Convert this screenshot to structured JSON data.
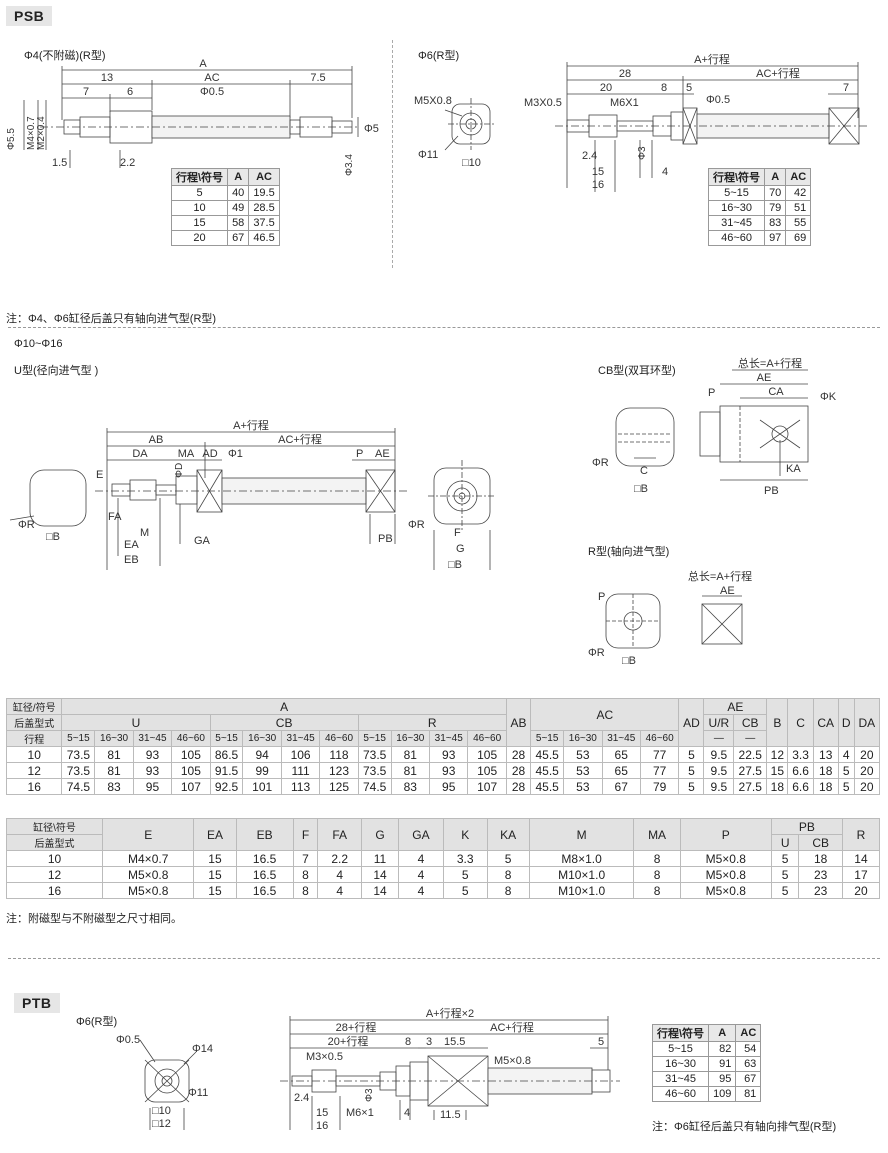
{
  "psb": {
    "badge": "PSB",
    "phi4_title": "Φ4(不附磁)(R型)",
    "phi6_title": "Φ6(R型)",
    "phi4_dims": {
      "A": "A",
      "d13": "13",
      "AC": "AC",
      "d7_5": "7.5",
      "d7": "7",
      "d6": "6",
      "p05": "Φ0.5",
      "p55": "Φ5.5",
      "m4": "M4×0.7",
      "m2": "M2×0.4",
      "p5": "Φ5",
      "p34": "Φ3.4",
      "d15": "1.5",
      "d22": "2.2"
    },
    "phi4_table": {
      "headers": [
        "行程\\符号",
        "A",
        "AC"
      ],
      "rows": [
        [
          "5",
          "40",
          "19.5"
        ],
        [
          "10",
          "49",
          "28.5"
        ],
        [
          "15",
          "58",
          "37.5"
        ],
        [
          "20",
          "67",
          "46.5"
        ]
      ]
    },
    "phi6_dims": {
      "m5": "M5X0.8",
      "p11": "Φ11",
      "sq10": "□10",
      "apstroke": "A+行程",
      "d28": "28",
      "acstroke": "AC+行程",
      "d20": "20",
      "d8": "8",
      "d5": "5",
      "p05": "Φ0.5",
      "d7": "7",
      "m3": "M3X0.5",
      "m6": "M6X1",
      "p3": "Φ3",
      "d24": "2.4",
      "d15": "15",
      "d16": "16",
      "d4": "4"
    },
    "phi6_table": {
      "headers": [
        "行程\\符号",
        "A",
        "AC"
      ],
      "rows": [
        [
          "5~15",
          "70",
          "42"
        ],
        [
          "16~30",
          "79",
          "51"
        ],
        [
          "31~45",
          "83",
          "55"
        ],
        [
          "46~60",
          "97",
          "69"
        ]
      ]
    },
    "note": "注：Φ4、Φ6缸径后盖只有轴向进气型(R型)"
  },
  "mid": {
    "range_title": "Φ10~Φ16",
    "u_title": "U型(径向进气型 )",
    "cb_title": "CB型(双耳环型)",
    "r_title": "R型(轴向进气型)",
    "u_dims": {
      "apstroke": "A+行程",
      "AB": "AB",
      "acstroke": "AC+行程",
      "DA": "DA",
      "MA": "MA",
      "AD": "AD",
      "p1": "Φ1",
      "D": "ΦD",
      "P": "P",
      "AE": "AE",
      "E": "E",
      "FA": "FA",
      "M": "M",
      "EA": "EA",
      "GA": "GA",
      "EB": "EB",
      "PB": "PB",
      "R": "ΦR",
      "B": "□B",
      "F": "F",
      "G": "G",
      "B2": "□B",
      "R2": "ΦR"
    },
    "cb_dims": {
      "total": "总长=A+行程",
      "AE": "AE",
      "P": "P",
      "CA": "CA",
      "K": "ΦK",
      "R": "ΦR",
      "C": "C",
      "B": "□B",
      "KA": "KA",
      "PB": "PB"
    },
    "r_dims": {
      "total": "总长=A+行程",
      "AE": "AE",
      "P": "P",
      "R": "ΦR",
      "B": "□B"
    }
  },
  "table1": {
    "h_bore": "缸径/符号",
    "h_cover": "后盖型式",
    "h_stroke": "行程",
    "A": "A",
    "U": "U",
    "CB": "CB",
    "R": "R",
    "AB": "AB",
    "AC": "AC",
    "AD": "AD",
    "AE": "AE",
    "AE_U": "U/R",
    "AE_CB": "CB",
    "dash1": "—",
    "dash2": "—",
    "B": "B",
    "C": "C",
    "CA": "CA",
    "D": "D",
    "DA": "DA",
    "strokes": [
      "5~15",
      "16~30",
      "31~45",
      "46~60",
      "5~15",
      "16~30",
      "31~45",
      "46~60",
      "5~15",
      "16~30",
      "31~45",
      "46~60"
    ],
    "ac_strokes": [
      "5~15",
      "16~30",
      "31~45",
      "46~60"
    ],
    "rows": [
      [
        "10",
        "73.5",
        "81",
        "93",
        "105",
        "86.5",
        "94",
        "106",
        "118",
        "73.5",
        "81",
        "93",
        "105",
        "28",
        "45.5",
        "53",
        "65",
        "77",
        "5",
        "9.5",
        "22.5",
        "12",
        "3.3",
        "13",
        "4",
        "20"
      ],
      [
        "12",
        "73.5",
        "81",
        "93",
        "105",
        "91.5",
        "99",
        "111",
        "123",
        "73.5",
        "81",
        "93",
        "105",
        "28",
        "45.5",
        "53",
        "65",
        "77",
        "5",
        "9.5",
        "27.5",
        "15",
        "6.6",
        "18",
        "5",
        "20"
      ],
      [
        "16",
        "74.5",
        "83",
        "95",
        "107",
        "92.5",
        "101",
        "113",
        "125",
        "74.5",
        "83",
        "95",
        "107",
        "28",
        "45.5",
        "53",
        "67",
        "79",
        "5",
        "9.5",
        "27.5",
        "18",
        "6.6",
        "18",
        "5",
        "20"
      ]
    ]
  },
  "table2": {
    "h_bore": "缸径\\符号",
    "h_cover": "后盖型式",
    "cols": [
      "E",
      "EA",
      "EB",
      "F",
      "FA",
      "G",
      "GA",
      "K",
      "KA",
      "M",
      "MA",
      "P"
    ],
    "PB": "PB",
    "PB_U": "U",
    "PB_CB": "CB",
    "R": "R",
    "rows": [
      [
        "10",
        "M4×0.7",
        "15",
        "16.5",
        "7",
        "2.2",
        "11",
        "4",
        "3.3",
        "5",
        "M8×1.0",
        "8",
        "M5×0.8",
        "5",
        "18",
        "14"
      ],
      [
        "12",
        "M5×0.8",
        "15",
        "16.5",
        "8",
        "4",
        "14",
        "4",
        "5",
        "8",
        "M10×1.0",
        "8",
        "M5×0.8",
        "5",
        "23",
        "17"
      ],
      [
        "16",
        "M5×0.8",
        "15",
        "16.5",
        "8",
        "4",
        "14",
        "4",
        "5",
        "8",
        "M10×1.0",
        "8",
        "M5×0.8",
        "5",
        "23",
        "20"
      ]
    ],
    "note": "注：附磁型与不附磁型之尺寸相同。"
  },
  "ptb": {
    "badge": "PTB",
    "title": "Φ6(R型)",
    "dims": {
      "p05": "Φ0.5",
      "p14": "Φ14",
      "p11": "Φ11",
      "sq10": "□10",
      "sq12": "□12",
      "apstroke2": "A+行程×2",
      "d28": "28+行程",
      "acstroke": "AC+行程",
      "d20": "20+行程",
      "d8": "8",
      "d3": "3",
      "d155": "15.5",
      "d5": "5",
      "m3": "M3×0.5",
      "m5": "M5×0.8",
      "p3": "Φ3",
      "d24": "2.4",
      "d15": "15",
      "d16": "16",
      "m6": "M6×1",
      "d4": "4",
      "d115": "11.5"
    },
    "table": {
      "headers": [
        "行程\\符号",
        "A",
        "AC"
      ],
      "rows": [
        [
          "5~15",
          "82",
          "54"
        ],
        [
          "16~30",
          "91",
          "63"
        ],
        [
          "31~45",
          "95",
          "67"
        ],
        [
          "46~60",
          "109",
          "81"
        ]
      ]
    },
    "note": "注：Φ6缸径后盖只有轴向排气型(R型)"
  }
}
